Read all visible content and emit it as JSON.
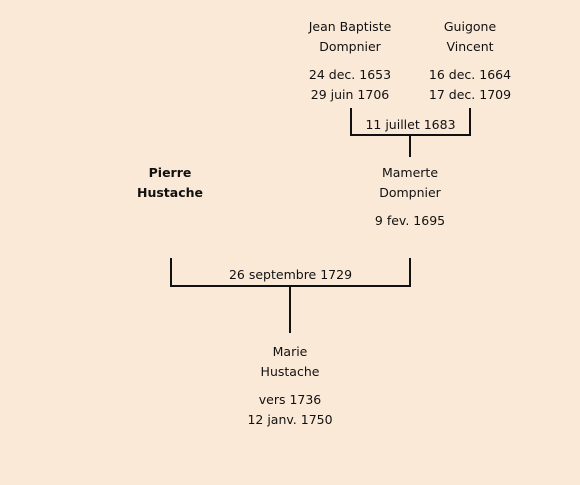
{
  "people": {
    "jean_baptiste": {
      "first": "Jean Baptiste",
      "last": "Dompnier",
      "birth": "24 dec. 1653",
      "death": "29 juin 1706"
    },
    "guigone": {
      "first": "Guigone",
      "last": "Vincent",
      "birth": "16 dec. 1664",
      "death": "17 dec. 1709"
    },
    "pierre": {
      "first": "Pierre",
      "last": "Hustache"
    },
    "mamerte": {
      "first": "Mamerte",
      "last": "Dompnier",
      "birth": "9 fev. 1695"
    },
    "marie": {
      "first": "Marie",
      "last": "Hustache",
      "birth": "vers 1736",
      "death": "12 janv. 1750"
    }
  },
  "marriages": {
    "dompnier_vincent": "11 juillet 1683",
    "hustache_dompnier": "26 septembre 1729"
  }
}
